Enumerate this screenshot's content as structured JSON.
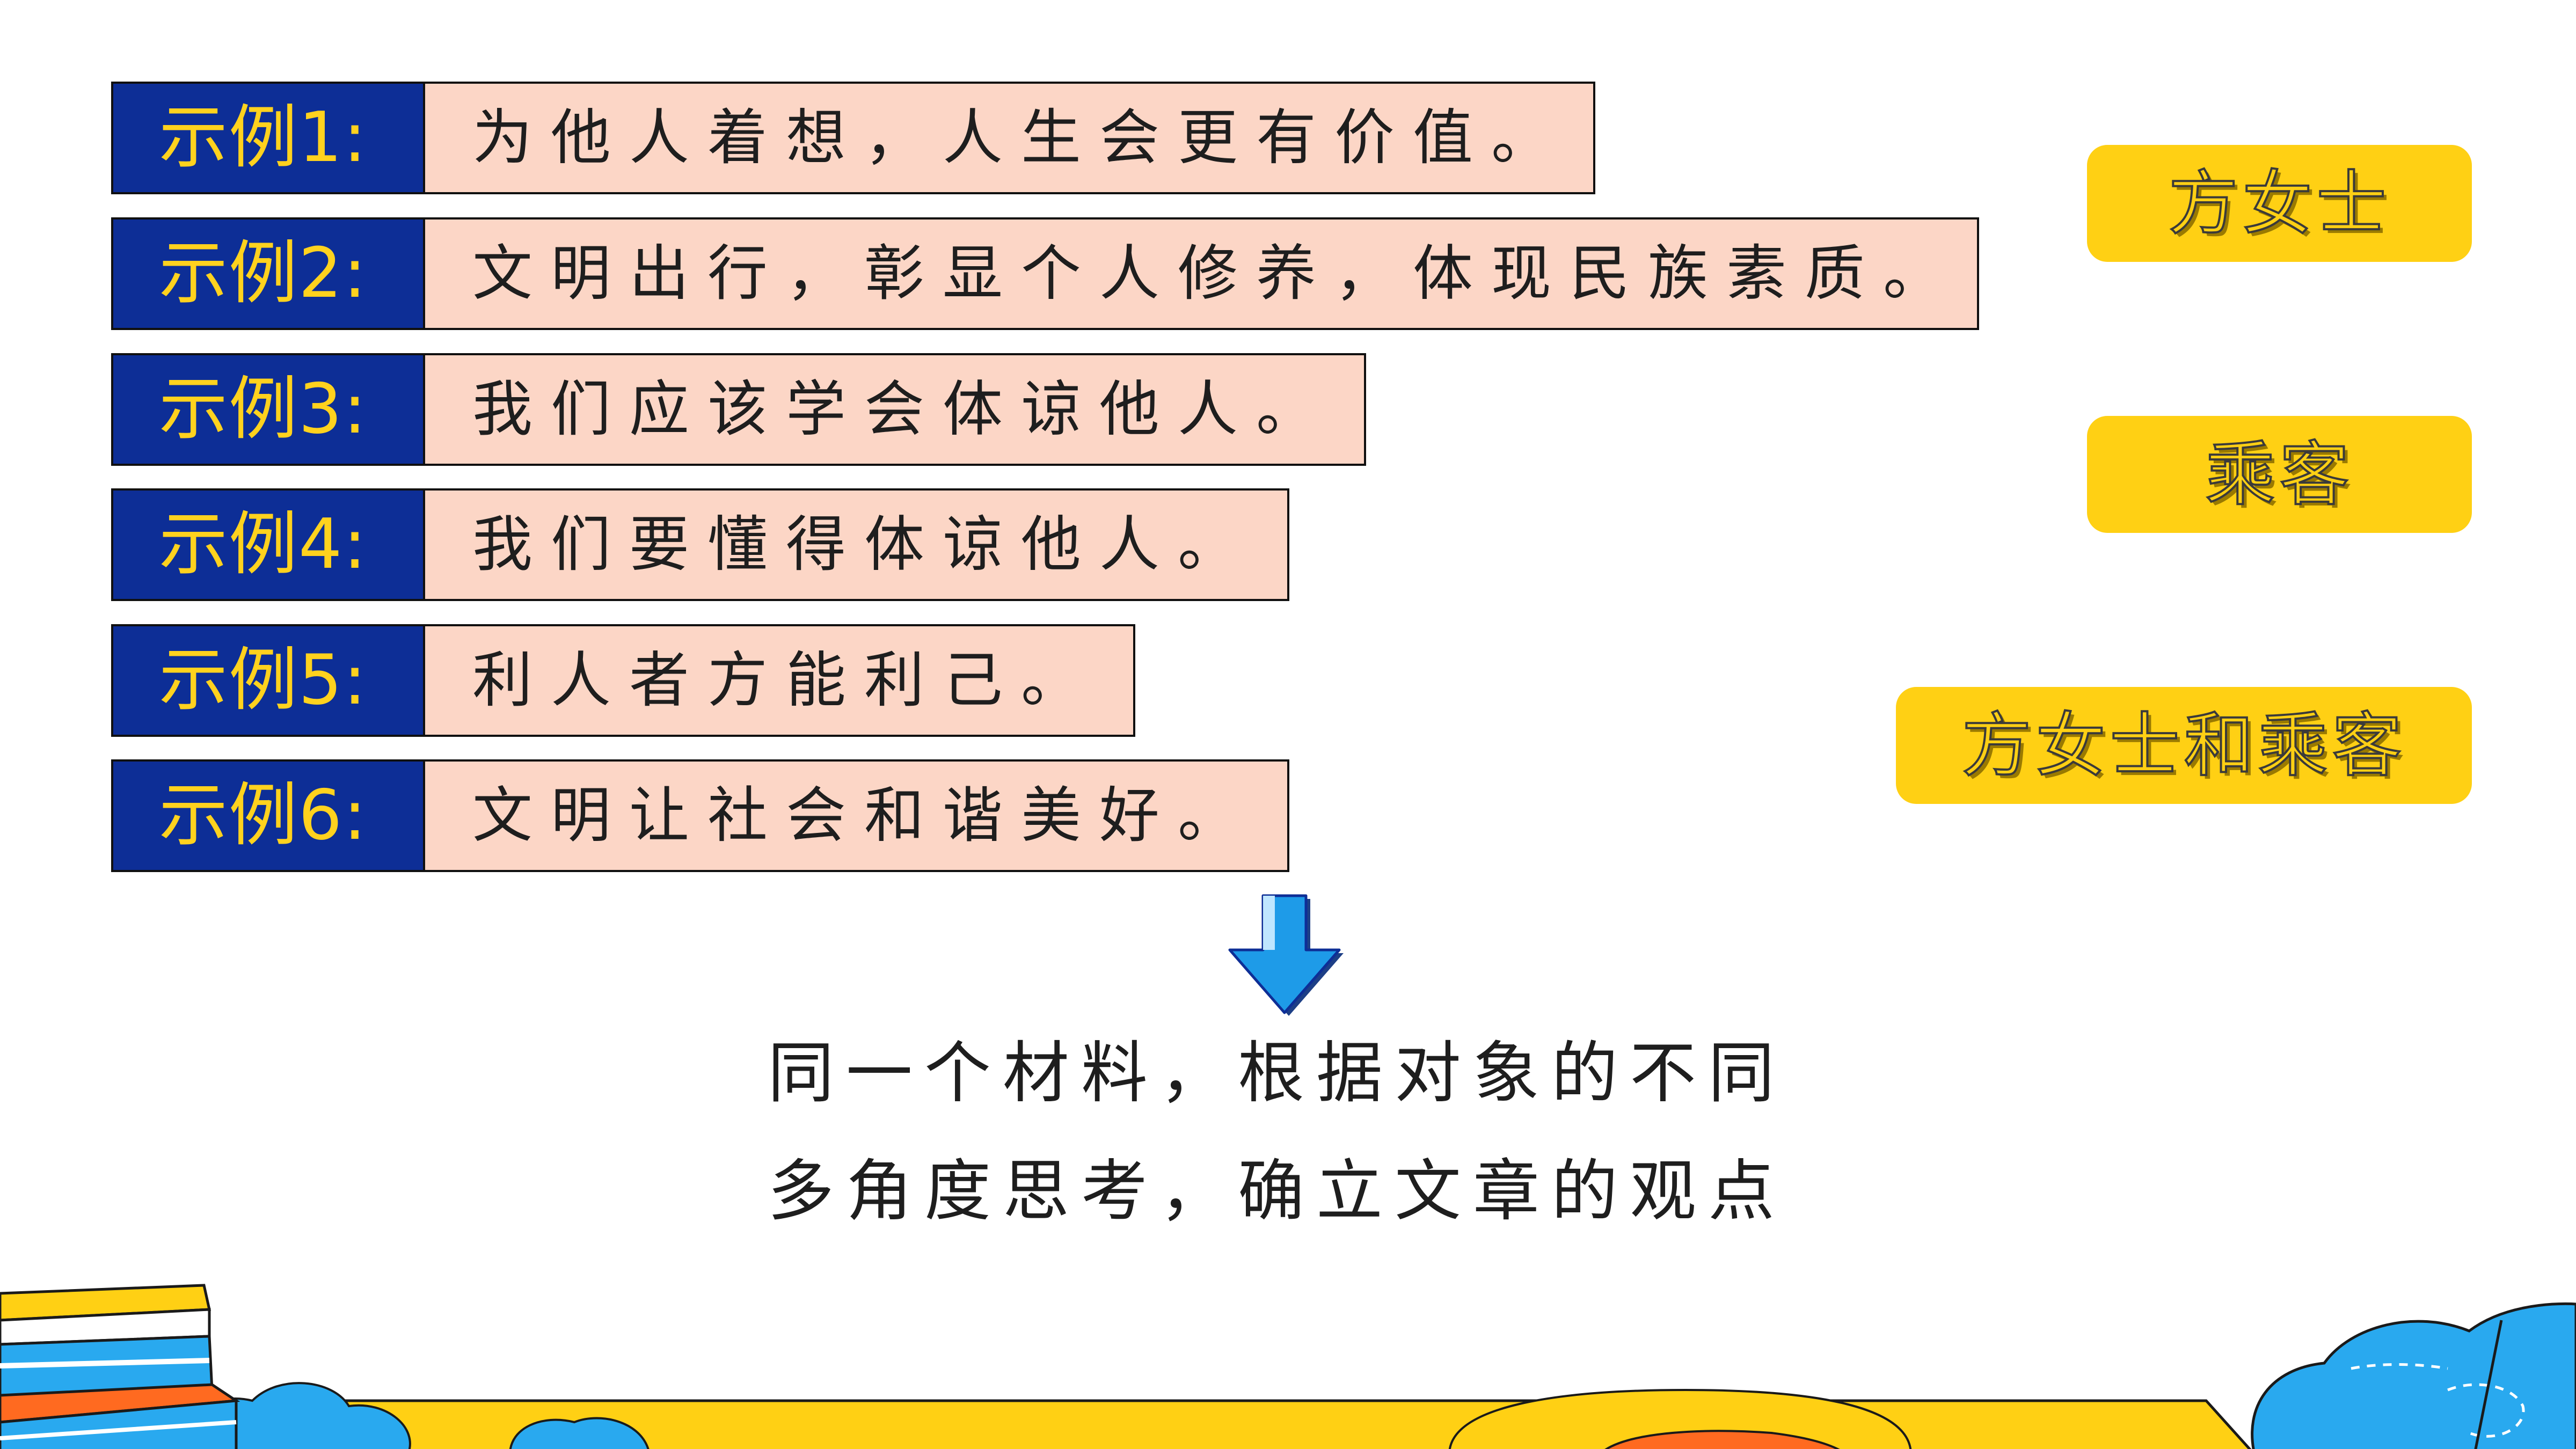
{
  "examples": [
    {
      "tag": "示例1:",
      "text": "为他人着想，人生会更有价值。"
    },
    {
      "tag": "示例2:",
      "text": "文明出行，彰显个人修养，体现民族素质。"
    },
    {
      "tag": "示例3:",
      "text": "我们应该学会体谅他人。"
    },
    {
      "tag": "示例4:",
      "text": "我们要懂得体谅他人。"
    },
    {
      "tag": "示例5:",
      "text": "利人者方能利己。"
    },
    {
      "tag": "示例6:",
      "text": "文明让社会和谐美好。"
    }
  ],
  "audience_buttons": [
    {
      "label": "方女士"
    },
    {
      "label": "乘客"
    },
    {
      "label": "方女士和乘客"
    }
  ],
  "conclusion": {
    "line1": "同一个材料，根据对象的不同",
    "line2": "多角度思考，确立文章的观点"
  },
  "colors": {
    "tag_background": "#0d2e96",
    "tag_text": "#ffd21e",
    "text_background": "#fcd6c6",
    "button_background": "#ffd014",
    "arrow": "#1e9be8"
  },
  "icons": {
    "arrow": "down-arrow-icon"
  }
}
